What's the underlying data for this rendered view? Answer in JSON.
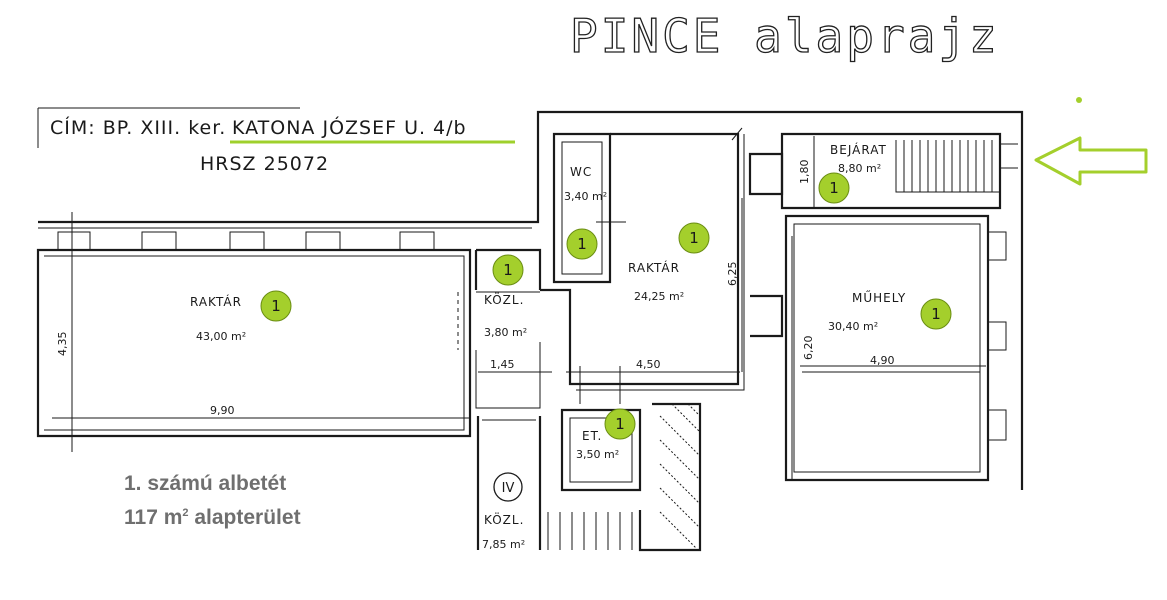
{
  "title": "PINCE alaprajz",
  "address": {
    "prefix": "CÍM: BP. XIII. ker.",
    "street": "KATONA JÓZSEF U. 4/b",
    "hrsz": "HRSZ 25072"
  },
  "rooms": [
    {
      "key": "raktar_big",
      "name": "RAKTÁR",
      "area": "43,00 m²",
      "badge": "1"
    },
    {
      "key": "kozl_1",
      "name": "KÖZL.",
      "area": "3,80 m²",
      "badge": "1"
    },
    {
      "key": "wc",
      "name": "WC",
      "area": "3,40 m²",
      "badge": "1"
    },
    {
      "key": "raktar_mid",
      "name": "RAKTÁR",
      "area": "24,25 m²",
      "badge": "1"
    },
    {
      "key": "bejarat",
      "name": "BEJÁRAT",
      "area": "8,80 m²",
      "badge": "1"
    },
    {
      "key": "muhely",
      "name": "MŰHELY",
      "area": "30,40 m²",
      "badge": "1"
    },
    {
      "key": "et",
      "name": "ET.",
      "area": "3,50 m²",
      "badge": "1"
    },
    {
      "key": "kozl_2",
      "name": "KÖZL.",
      "area": "7,85 m²",
      "badge": ""
    }
  ],
  "dimensions": [
    "4,35",
    "9,90",
    "1,45",
    "4,50",
    "6,25",
    "6,20",
    "4,90",
    "1,80"
  ],
  "marker": "IV",
  "summary": {
    "line1": "1. számú albetét",
    "line2_value": "117 m",
    "line2_sup": "2",
    "line2_text": "alapterület"
  },
  "colors": {
    "accent": "#a4cf2c",
    "underline": "#9fd02c",
    "summary_text": "#6f6f6f"
  },
  "icons": {
    "entrance": "arrow-left-icon"
  }
}
